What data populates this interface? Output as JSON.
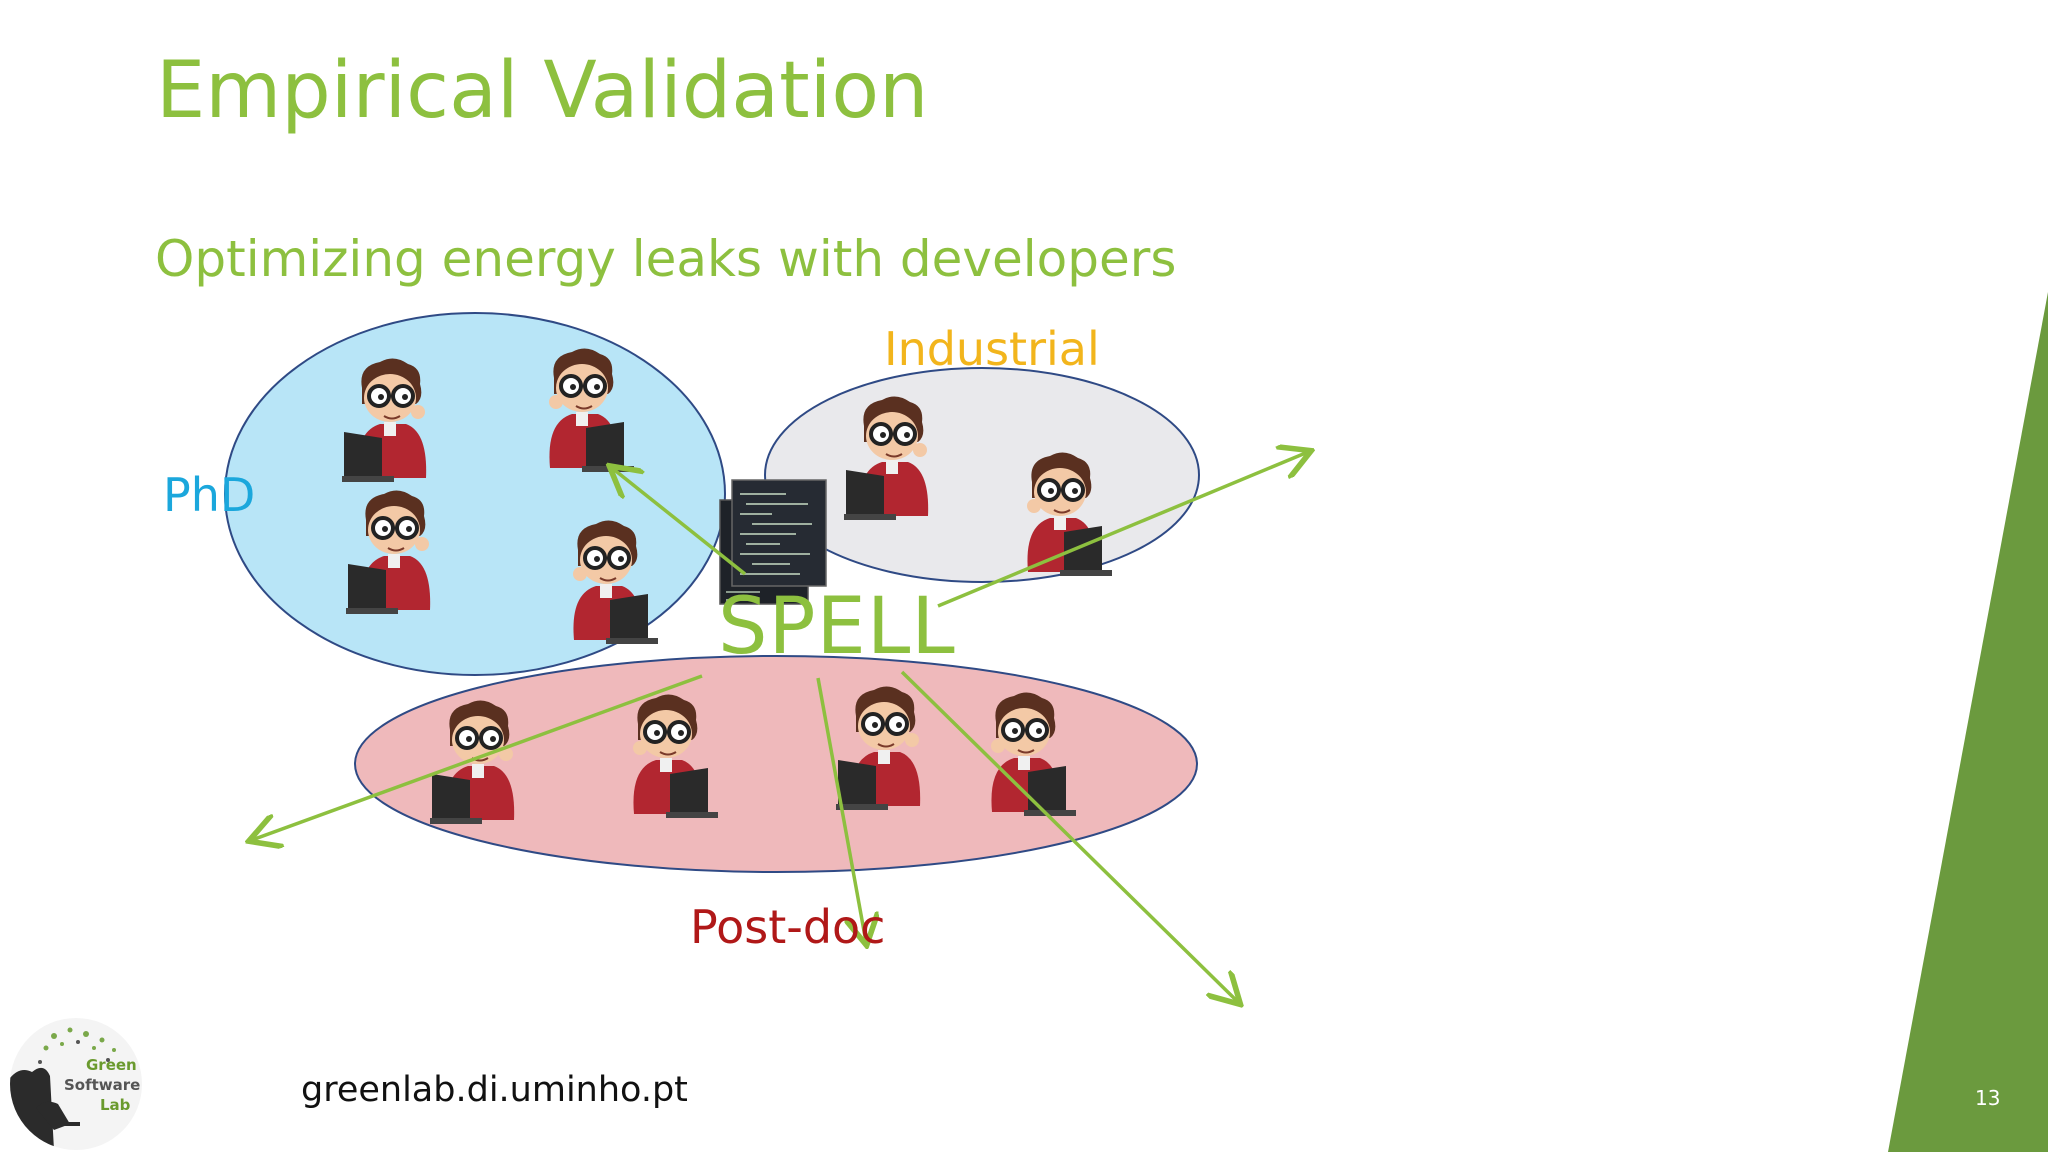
{
  "slide": {
    "title": "Empirical Validation",
    "subtitle": "Optimizing energy leaks with developers",
    "groups": {
      "phd": "PhD",
      "industrial": "Industrial",
      "postdoc": "Post-doc"
    },
    "tool": "SPELL",
    "url": "greenlab.di.uminho.pt",
    "page_number": "13"
  },
  "logo": {
    "line1": "Green",
    "line2": "Software",
    "line3": "Lab"
  },
  "colors": {
    "accent_green": "#8dc03f",
    "band_green": "#6b9a3e",
    "phd_blue": "#1ba7dc",
    "industrial_orange": "#f2b51c",
    "postdoc_red": "#b01818",
    "phd_fill": "#b8e5f7",
    "industrial_fill": "#e9e9ec",
    "postdoc_fill": "#efb9bb",
    "ellipse_stroke": "#2f4a85"
  },
  "icons": [
    "developer-icon",
    "code-screen-icon",
    "arrow-icon",
    "logo-icon"
  ]
}
